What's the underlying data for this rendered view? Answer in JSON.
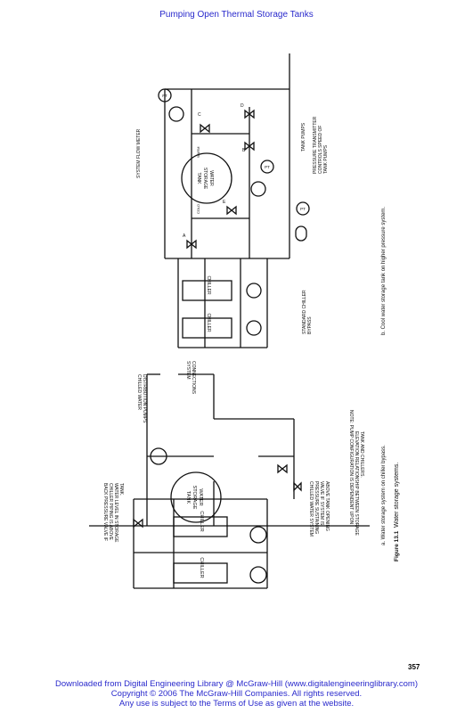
{
  "header": {
    "title": "Pumping Open Thermal Storage Tanks"
  },
  "page_number": "357",
  "figure": {
    "caption_label": "Figure 13.1",
    "caption_text": "Water storage systems.",
    "part_a": {
      "caption": "a.   Water storage system on chiller bypass.",
      "chiller_1": "CHILLER",
      "chiller_2": "CHILLER",
      "tank": [
        "WATER",
        "STORAGE",
        "TANK"
      ],
      "back_pressure_note": [
        "BACK PRESSURE VALVE IF",
        "CHILLER PIPING IS ABOVE",
        "WATER LEVEL IN STORAGE",
        "TANK."
      ],
      "distribution_pumps": [
        "CHILLED WATER",
        "DISTRIBUTION PUMPS"
      ],
      "system_connections": [
        "SYSTEM",
        "CONNECTIONS"
      ],
      "pressure_sustaining": [
        "CHILLED WATER SYSTEM",
        "PRESSURE SUSTAINING",
        "VALVE IF SYSTEM IS",
        "ABOVE TANK OPENING"
      ],
      "note": [
        "NOTE:  PUMP CONFIGURATION IS DEPENDENT UPON",
        "ELEVATION RELATIONSHIP BETWEEN STORAGE",
        "TANK AND CHILLERS."
      ]
    },
    "part_b": {
      "caption": "b.   Cool water storage tank on higher pressure system.",
      "chiller_1": "CHILLER",
      "chiller_2": "CHILLER",
      "tank": [
        "WATER",
        "STORAGE",
        "TANK"
      ],
      "system_flow_meter": "SYSTEM FLOW METER",
      "tank_pumps": "TANK PUMPS",
      "pressure_transmitter": [
        "PRESSURE TRANSMITTER",
        "CONTROLS SPEED OF",
        "TANK PUMPS"
      ],
      "bypass": [
        "STANDARD CHILLER",
        "BYPASS"
      ],
      "warm": "WARM",
      "cold": "COLD",
      "ft": "FT",
      "pt": "PT",
      "valve_a": "A",
      "valve_b": "B",
      "valve_c": "C",
      "valve_d": "D",
      "valve_e": "E"
    }
  },
  "footer": {
    "line1": "Downloaded from Digital Engineering Library @ McGraw-Hill (www.digitalengineeringlibrary.com)",
    "line2": "Copyright © 2006 The McGraw-Hill Companies. All rights reserved.",
    "line3": "Any use is subject to the Terms of Use as given at the website."
  }
}
